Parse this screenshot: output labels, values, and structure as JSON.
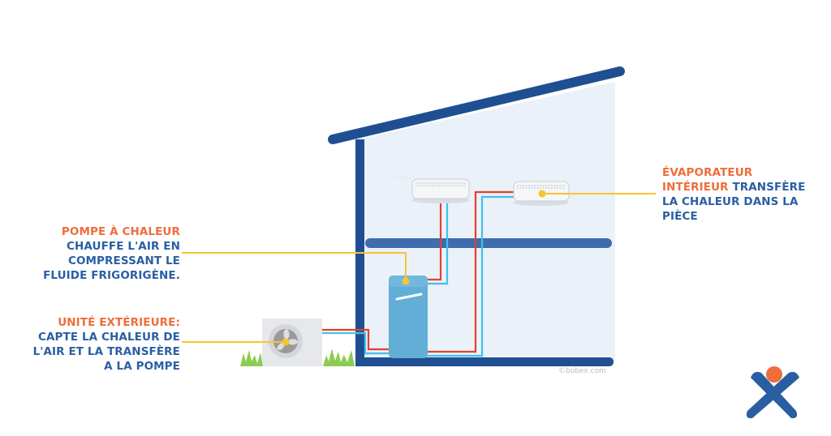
{
  "labels": {
    "pompe": {
      "title": "POMPE À CHALEUR",
      "lines": [
        "CHAUFFE L'AIR EN",
        "COMPRESSANT LE",
        "FLUIDE FRIGORIGÈNE."
      ]
    },
    "unite": {
      "title": "UNITÉ EXTÉRIEURE:",
      "lines": [
        "CAPTE LA CHALEUR DE",
        "L'AIR ET LA TRANSFÈRE",
        "A LA POMPE"
      ]
    },
    "evap": {
      "title_line1": "ÉVAPORATEUR",
      "title_line2_orange": "INTÉRIEUR",
      "title_line2_blue": " TRANSFÈRE",
      "lines": [
        "LA CHALEUR DANS LA",
        "PIÈCE"
      ]
    }
  },
  "credit": "©bobex.com",
  "colors": {
    "house_frame": "#1f4f92",
    "house_interior": "#eaf1f8",
    "floor_beam": "#3e6cae",
    "accent_orange": "#ef6d3b",
    "text_blue": "#2a5ea3",
    "connector_yellow": "#f7c531",
    "pipe_red": "#e3402f",
    "pipe_cyan": "#42c1ec",
    "heat_pump_body": "#62aed6",
    "grass": "#8ccc52",
    "logo_blue": "#2a5ea3",
    "logo_orange": "#ef6d3b"
  }
}
